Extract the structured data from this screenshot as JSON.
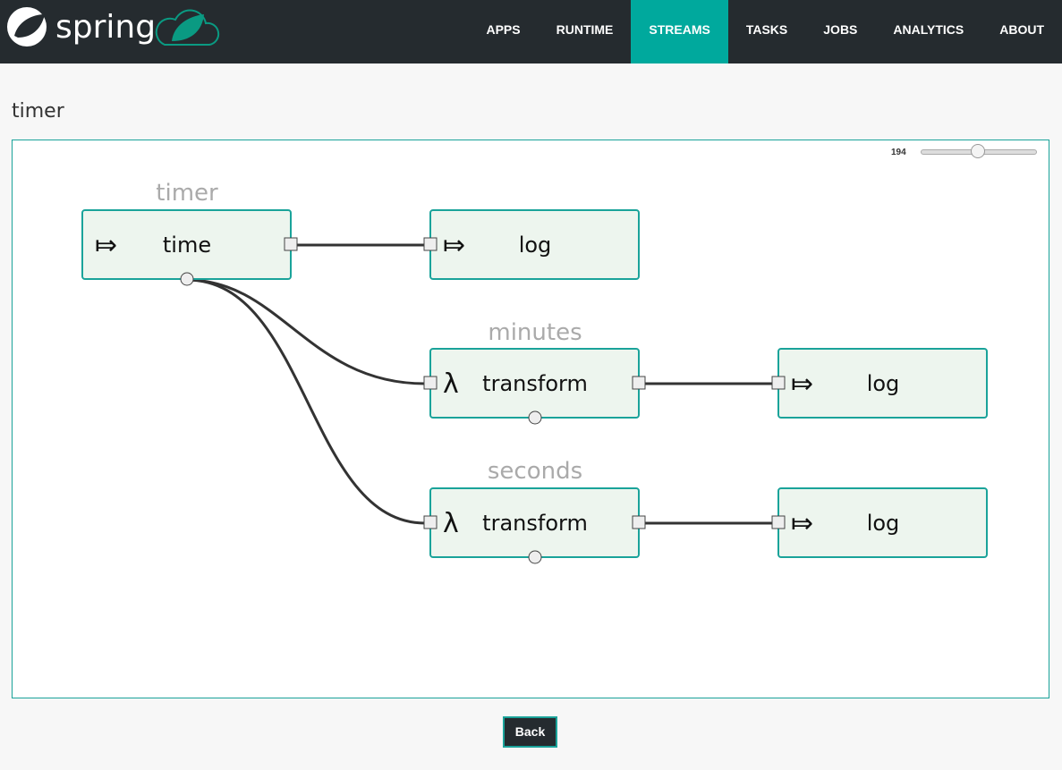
{
  "nav": {
    "brand": "spring",
    "items": [
      {
        "label": "APPS"
      },
      {
        "label": "RUNTIME"
      },
      {
        "label": "STREAMS",
        "active": true
      },
      {
        "label": "TASKS"
      },
      {
        "label": "JOBS"
      },
      {
        "label": "ANALYTICS"
      },
      {
        "label": "ABOUT"
      }
    ]
  },
  "page": {
    "title": "timer"
  },
  "zoom": {
    "value": "194"
  },
  "graph": {
    "labels": {
      "timer": "timer",
      "minutes": "minutes",
      "seconds": "seconds"
    },
    "nodes": {
      "time": {
        "name": "time",
        "icon": "source-arrow-icon"
      },
      "log1": {
        "name": "log",
        "icon": "sink-arrow-icon"
      },
      "t1": {
        "name": "transform",
        "icon": "lambda-icon"
      },
      "log2": {
        "name": "log",
        "icon": "sink-arrow-icon"
      },
      "t2": {
        "name": "transform",
        "icon": "lambda-icon"
      },
      "log3": {
        "name": "log",
        "icon": "sink-arrow-icon"
      }
    }
  },
  "back_label": "Back",
  "colors": {
    "accent": "#00a99d",
    "nav": "#252b2f",
    "node_fill": "#edf5ee"
  }
}
